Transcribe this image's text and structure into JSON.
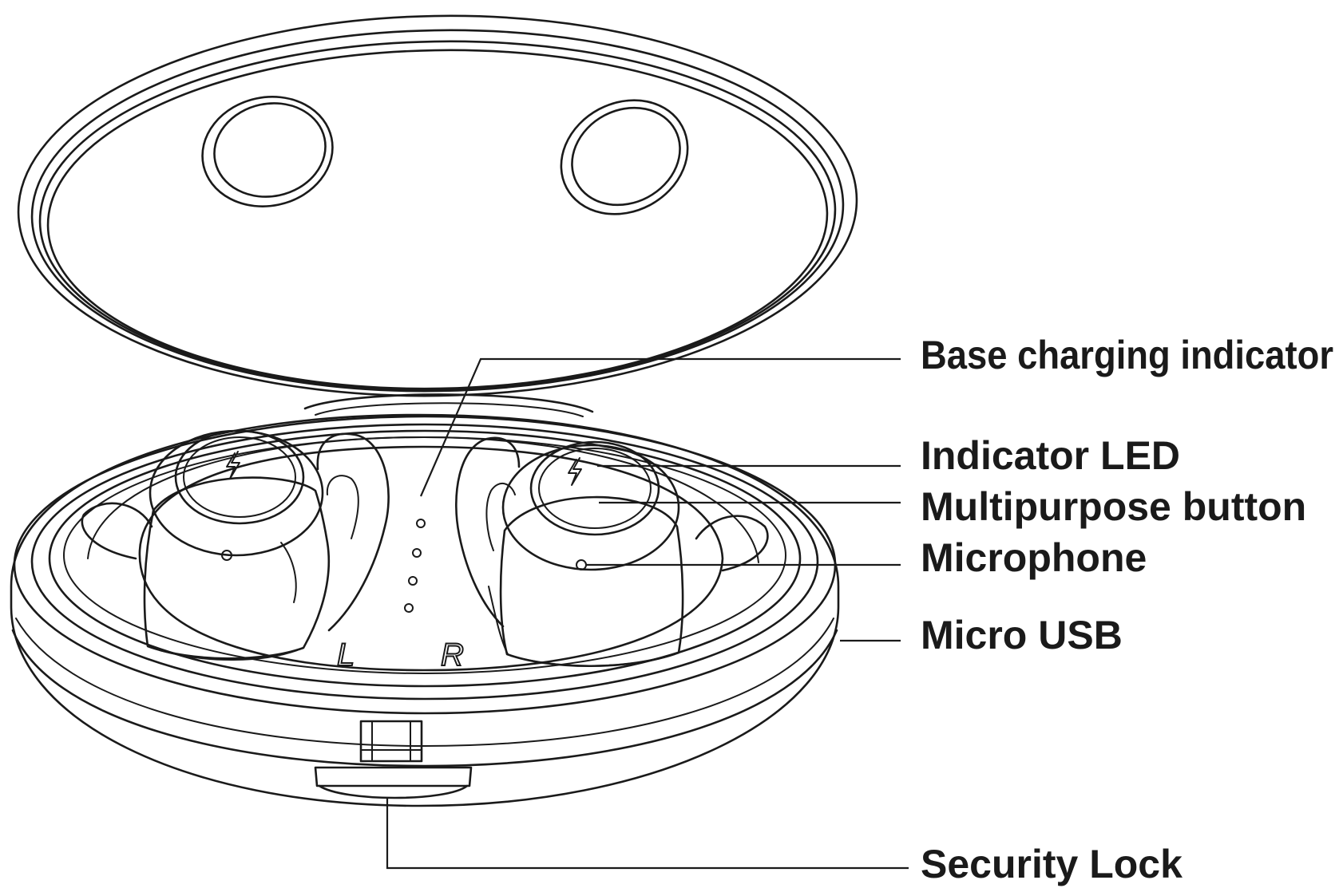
{
  "labels": {
    "base_charging_indicator": "Base charging indicator",
    "indicator_led": "Indicator LED",
    "multipurpose_button": "Multipurpose button",
    "microphone": "Microphone",
    "micro_usb": "Micro USB",
    "security_lock": "Security Lock"
  },
  "earbud_marks": {
    "left": "L",
    "right": "R"
  },
  "icons": {
    "earbud_button_symbol": "lightning-bolt-icon"
  },
  "colors": {
    "line": "#1a1a1a",
    "background": "#ffffff"
  }
}
